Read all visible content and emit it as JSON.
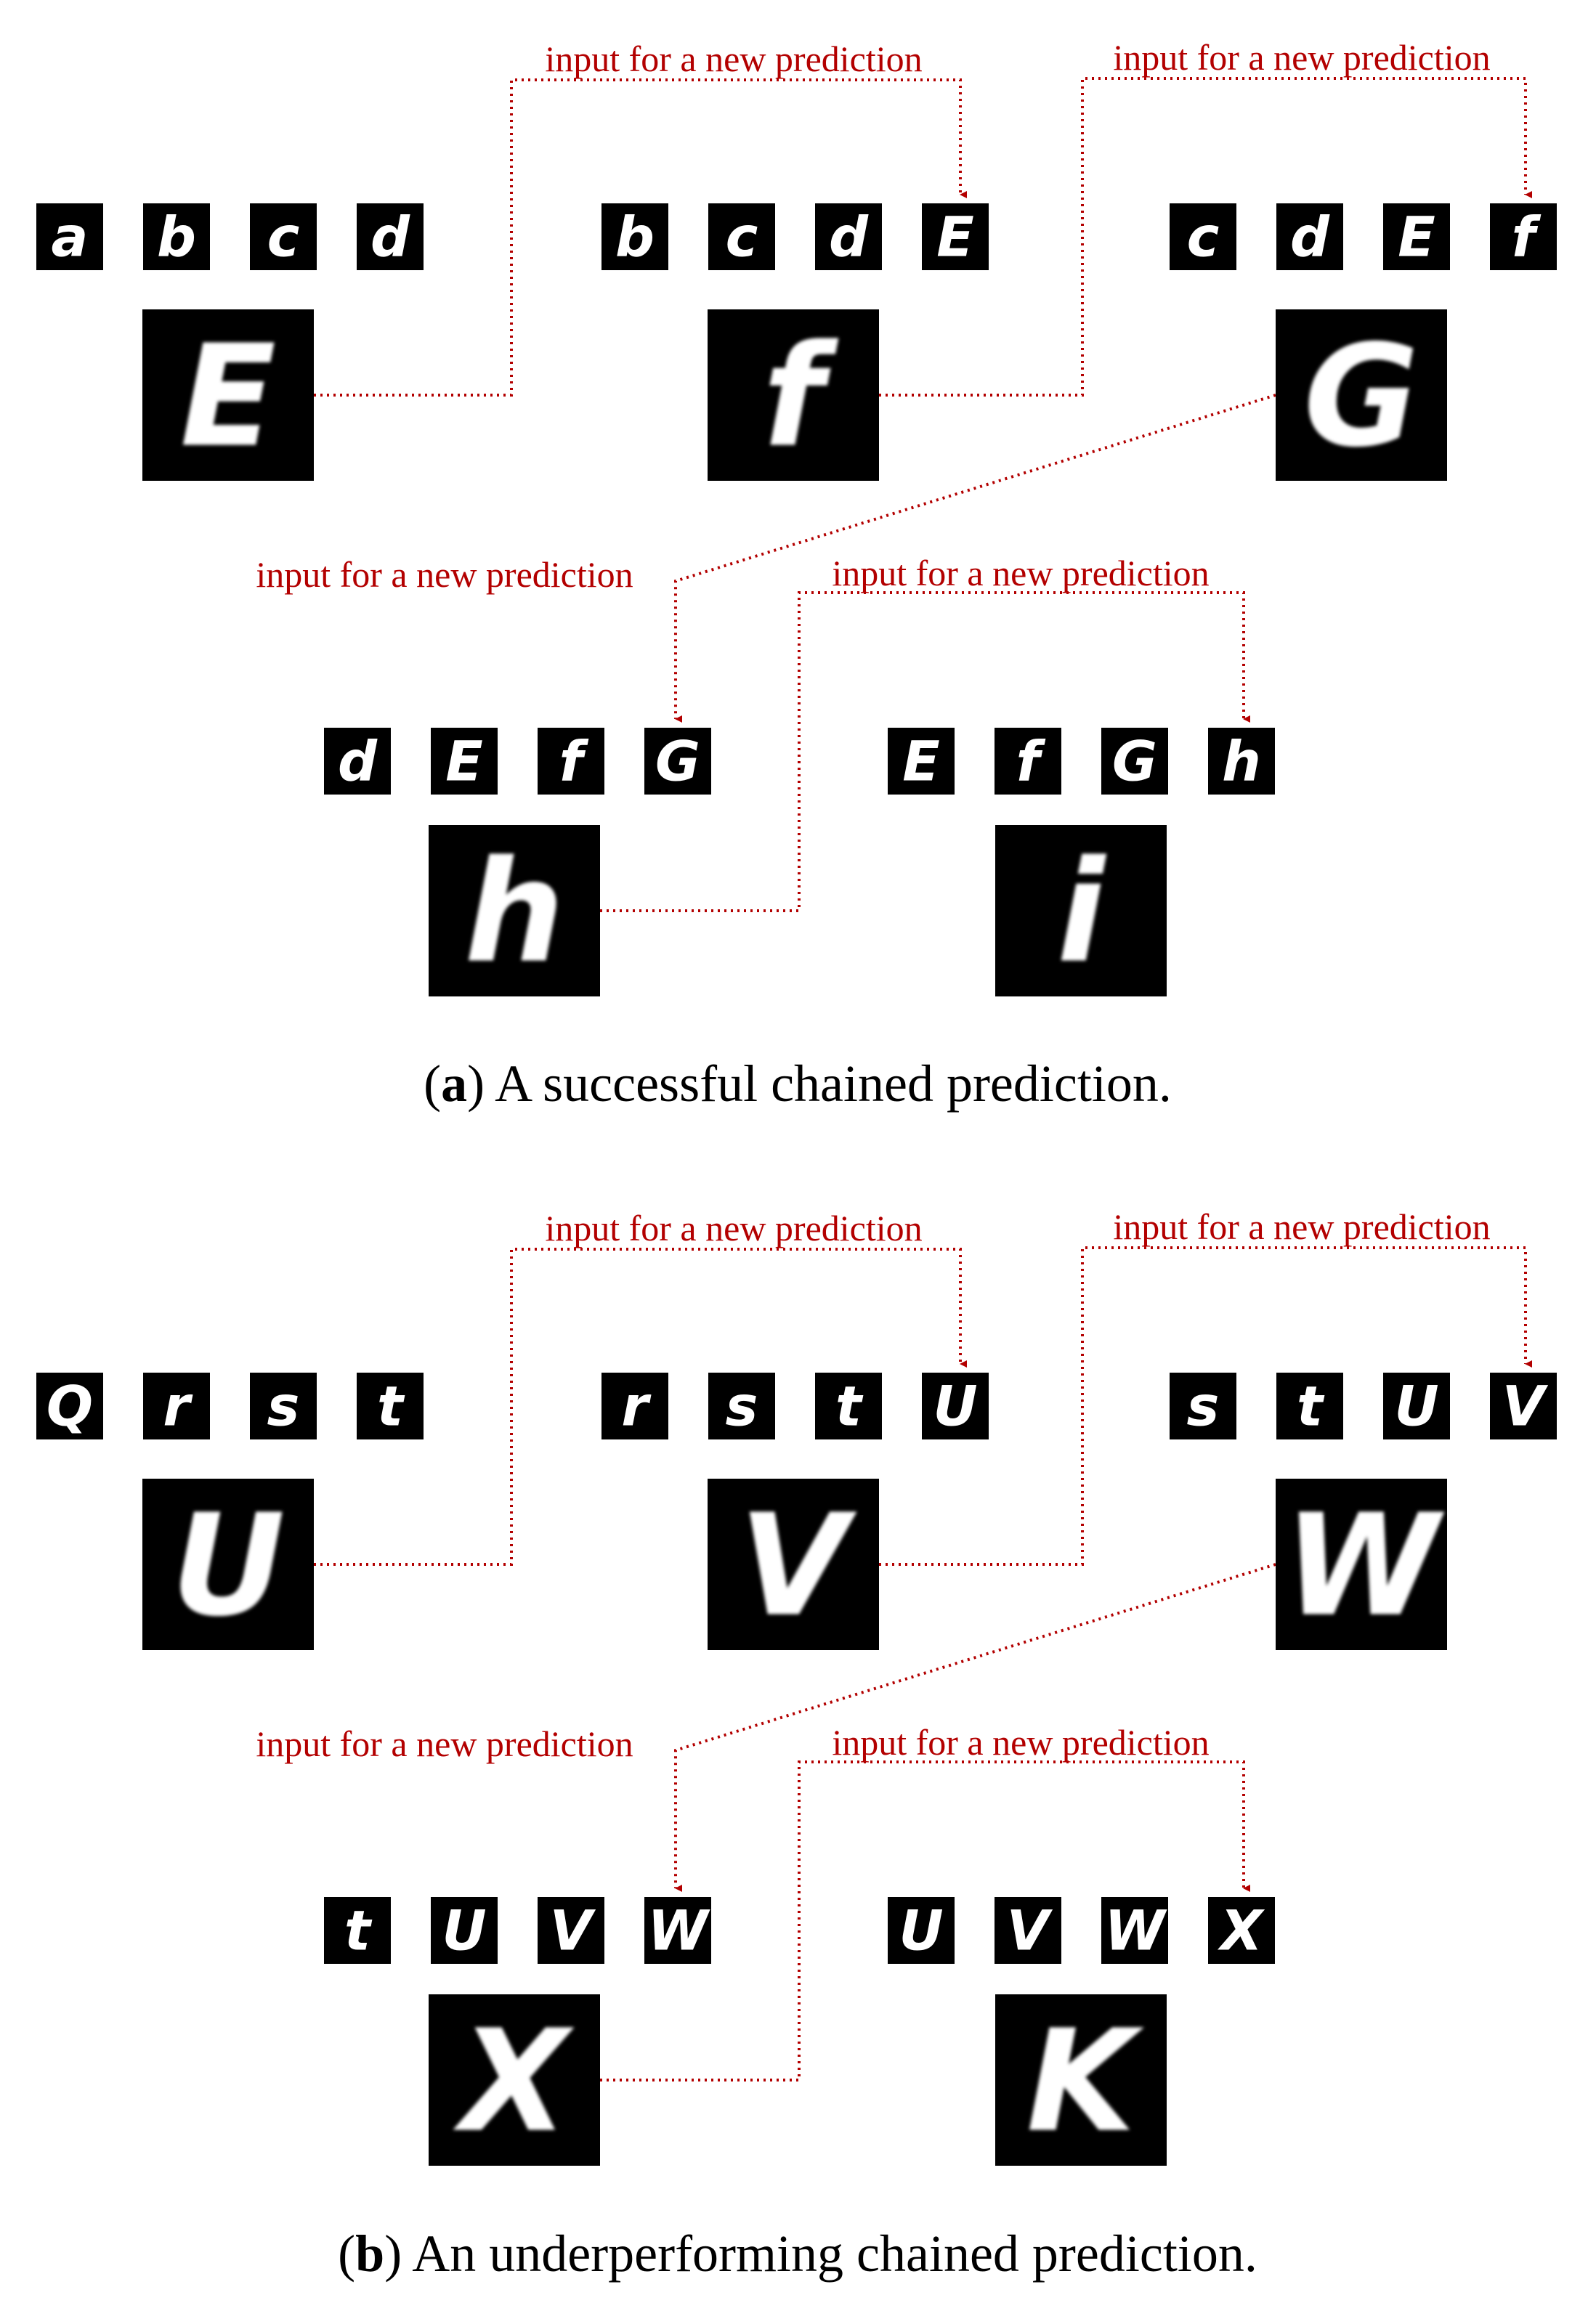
{
  "connector_label": "input for a new prediction",
  "colors": {
    "connector": "#b30000",
    "tile": "#000000",
    "glyph": "#ffffff",
    "caption": "#000000"
  },
  "panels": [
    {
      "id": "a",
      "caption_letter": "a",
      "caption_text": "A successful chained prediction.",
      "groups": [
        {
          "inputs": [
            "a",
            "b",
            "c",
            "d"
          ],
          "output": "E"
        },
        {
          "inputs": [
            "b",
            "c",
            "d",
            "E"
          ],
          "output": "f"
        },
        {
          "inputs": [
            "c",
            "d",
            "E",
            "f"
          ],
          "output": "G"
        },
        {
          "inputs": [
            "d",
            "E",
            "f",
            "G"
          ],
          "output": "h"
        },
        {
          "inputs": [
            "E",
            "f",
            "G",
            "h"
          ],
          "output": "i"
        }
      ]
    },
    {
      "id": "b",
      "caption_letter": "b",
      "caption_text": "An underperforming chained prediction.",
      "groups": [
        {
          "inputs": [
            "Q",
            "r",
            "s",
            "t"
          ],
          "output": "U"
        },
        {
          "inputs": [
            "r",
            "s",
            "t",
            "U"
          ],
          "output": "V"
        },
        {
          "inputs": [
            "s",
            "t",
            "U",
            "V"
          ],
          "output": "W"
        },
        {
          "inputs": [
            "t",
            "U",
            "V",
            "W"
          ],
          "output": "X"
        },
        {
          "inputs": [
            "U",
            "V",
            "W",
            "X"
          ],
          "output": "K"
        }
      ]
    }
  ]
}
